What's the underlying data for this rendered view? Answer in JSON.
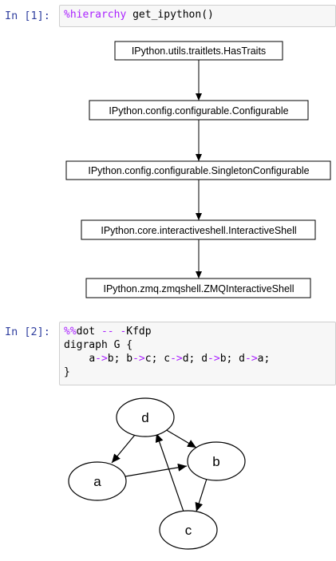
{
  "cell1": {
    "prompt": "In [1]:",
    "magic": "%hierarchy",
    "rest": " get_ipython()"
  },
  "hierarchy_nodes": [
    "IPython.utils.traitlets.HasTraits",
    "IPython.config.configurable.Configurable",
    "IPython.config.configurable.SingletonConfigurable",
    "IPython.core.interactiveshell.InteractiveShell",
    "IPython.zmq.zmqshell.ZMQInteractiveShell"
  ],
  "cell2": {
    "prompt": "In [2]:",
    "line1_magic": "%%",
    "line1_rest": "dot ",
    "line1_op1": "--",
    "line1_space": " ",
    "line1_op2": "-",
    "line1_tail": "Kfdp",
    "line2": "digraph G {",
    "line3_indent": "    ",
    "line3_a": "a",
    "arrow": "->",
    "line3_b": "b; b",
    "line3_c": "c; c",
    "line3_d": "d; d",
    "line3_b2": "b; d",
    "line3_a2": "a;",
    "line4": "}"
  },
  "graph_nodes": [
    "d",
    "b",
    "a",
    "c"
  ],
  "colors": {
    "prompt": "#303f9f",
    "magic": "#aa22ff",
    "input_bg": "#f7f7f7"
  }
}
